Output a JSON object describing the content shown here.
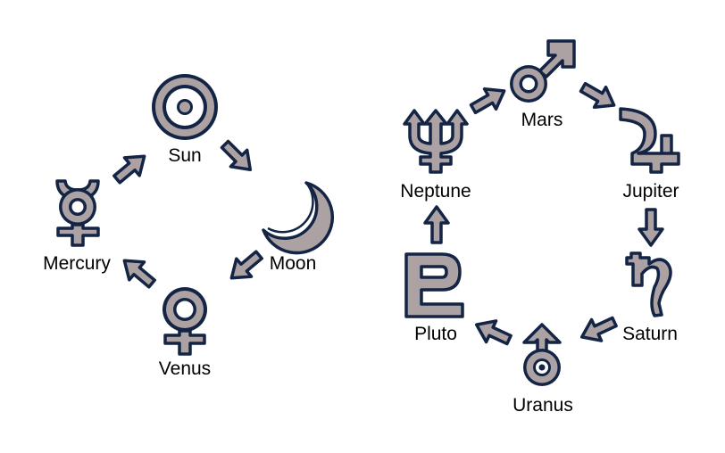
{
  "cycles": [
    {
      "bodies": [
        {
          "label": "Sun",
          "icon": "sun-icon"
        },
        {
          "label": "Moon",
          "icon": "moon-icon"
        },
        {
          "label": "Venus",
          "icon": "venus-icon"
        },
        {
          "label": "Mercury",
          "icon": "mercury-icon"
        }
      ]
    },
    {
      "bodies": [
        {
          "label": "Mars",
          "icon": "mars-icon"
        },
        {
          "label": "Jupiter",
          "icon": "jupiter-icon"
        },
        {
          "label": "Saturn",
          "icon": "saturn-icon"
        },
        {
          "label": "Uranus",
          "icon": "uranus-icon"
        },
        {
          "label": "Pluto",
          "icon": "pluto-icon"
        },
        {
          "label": "Neptune",
          "icon": "neptune-icon"
        }
      ]
    }
  ],
  "colors": {
    "symbol_fill": "#aca2a4",
    "outline": "#132444",
    "label": "#000000"
  }
}
